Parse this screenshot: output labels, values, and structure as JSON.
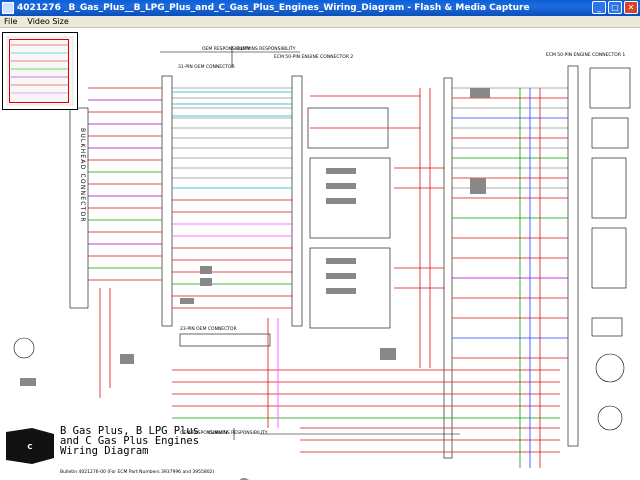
{
  "window": {
    "title": "4021276 _B_Gas_Plus__B_LPG_Plus_and_C_Gas_Plus_Engines_Wiring_Diagram - Flash & Media Capture",
    "minimize_glyph": "_",
    "maximize_glyph": "□",
    "close_glyph": "✕"
  },
  "menu": {
    "items": [
      "File",
      "Video Size"
    ]
  },
  "diagram": {
    "labels": {
      "oem_responsibility": "OEM RESPONSIBILITY",
      "cummins_responsibility": "CUMMINS RESPONSIBILITY",
      "oem_connector_top": "31-PIN OEM CONNECTOR",
      "ecm_connector_2": "ECM 50-PIN ENGINE CONNECTOR 2",
      "ecm_connector_1": "ECM 50-PIN ENGINE CONNECTOR 1",
      "bulkhead_connector": "BULKHEAD CONNECTOR",
      "oem_connector_bottom": "23-PIN OEM CONNECTOR",
      "oem_responsibility_bottom": "OEM RESPONSIBILITY",
      "cummins_responsibility_bottom": "CUMMINS RESPONSIBILITY"
    },
    "title_lines": [
      "B Gas Plus, B LPG Plus",
      "and C Gas Plus Engines",
      "Wiring Diagram"
    ],
    "bulletin": "Bulletin 4021276-00 (For ECM Part Numbers 3937996 and 3955802)"
  },
  "icons": {
    "overview": "thumbnail-overview-icon",
    "brand": "cummins-logo-icon",
    "zoom_in": "zoom-in-icon",
    "zoom_out": "zoom-out-icon",
    "pan_left": "pan-left-icon",
    "pan_up": "pan-up-icon",
    "pan_down": "pan-down-icon",
    "pan_right": "pan-right-icon",
    "reset": "reset-view-icon"
  },
  "colors": {
    "titlebar": "#0a5fd6",
    "wire_red": "#e01010",
    "wire_green": "#00a000",
    "wire_blue": "#2040ff",
    "wire_purple": "#a000c0",
    "wire_cyan": "#00b0e0",
    "wire_pink": "#ff40ff"
  }
}
